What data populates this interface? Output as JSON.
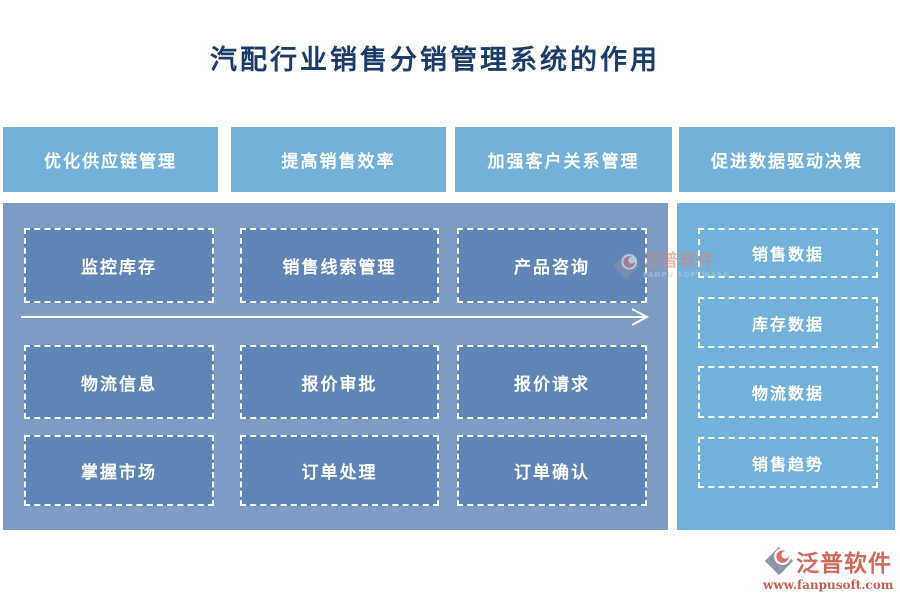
{
  "page": {
    "title": "汽配行业销售分销管理系统的作用"
  },
  "columns": [
    {
      "header": "优化供应链管理",
      "items": [
        "监控库存",
        "物流信息",
        "掌握市场"
      ]
    },
    {
      "header": "提高销售效率",
      "items": [
        "销售线索管理",
        "报价审批",
        "订单处理"
      ]
    },
    {
      "header": "加强客户关系管理",
      "items": [
        "产品咨询",
        "报价请求",
        "订单确认"
      ]
    },
    {
      "header": "促进数据驱动决策",
      "items": [
        "销售数据",
        "库存数据",
        "物流数据",
        "销售趋势"
      ]
    }
  ],
  "watermarks": {
    "center": {
      "brand": "泛普软件",
      "brand_en": "FANPU SOFTWARE"
    },
    "footer": {
      "brand": "泛普软件",
      "url": "www.fanpusoft.com"
    }
  },
  "colors": {
    "title_text": "#1B3C6B",
    "header_button": "#73B1D9",
    "main_panel": "#7E9CC3",
    "main_box": "#5E85B6",
    "right_panel": "#72B1DA",
    "dashed_border": "#FFFFFF",
    "watermark_red": "#C96A58",
    "logo_gray": "#8E95A8"
  }
}
